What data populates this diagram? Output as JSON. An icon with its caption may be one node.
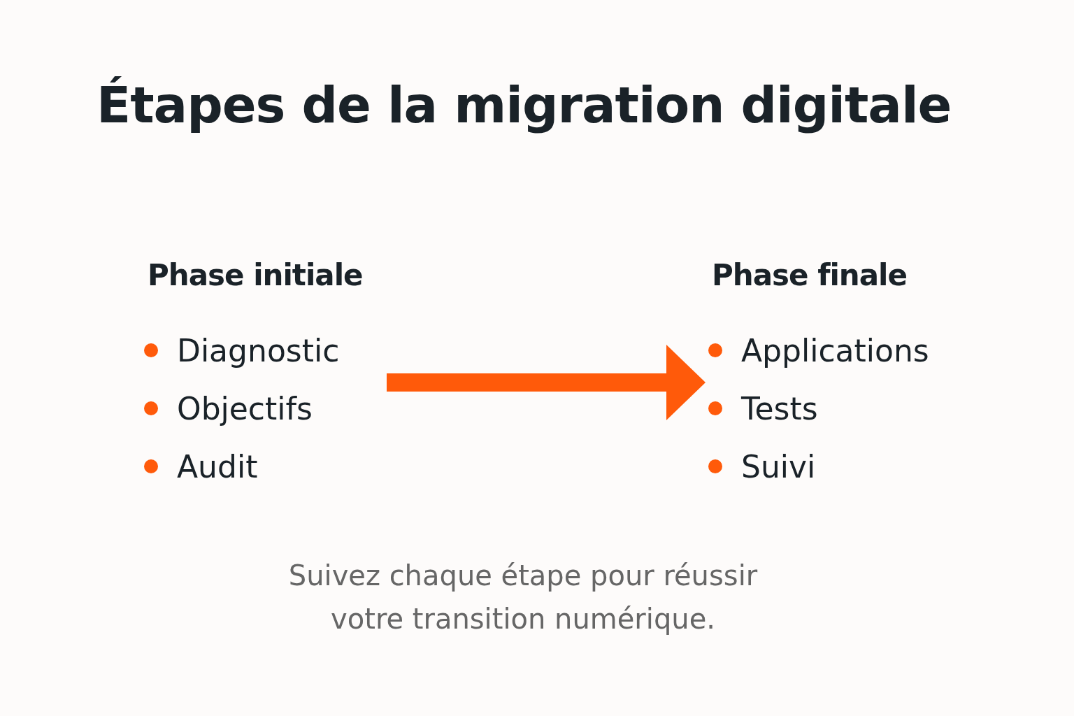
{
  "diagram": {
    "title": "Étapes de la migration digitale",
    "caption": "Suivez chaque étape pour réussir votre transition numérique.",
    "nodes": [
      {
        "text": [
          "Phase initiale"
        ]
      },
      {
        "text": [
          "Diagnostic"
        ],
        "in": 0
      },
      {
        "text": [
          "Objectifs"
        ],
        "in": 0
      },
      {
        "text": [
          "Audit"
        ],
        "in": 0
      },
      {
        "text": [
          "Phase finale"
        ]
      },
      {
        "text": [
          "Applications"
        ],
        "in": 4
      },
      {
        "text": [
          "Tests"
        ],
        "in": 4
      },
      {
        "text": [
          "Suivi"
        ],
        "in": 4
      }
    ],
    "edges": [
      {
        "from": 0,
        "to": 4,
        "arrow": "to",
        "color": "#ff5a0a"
      }
    ]
  }
}
